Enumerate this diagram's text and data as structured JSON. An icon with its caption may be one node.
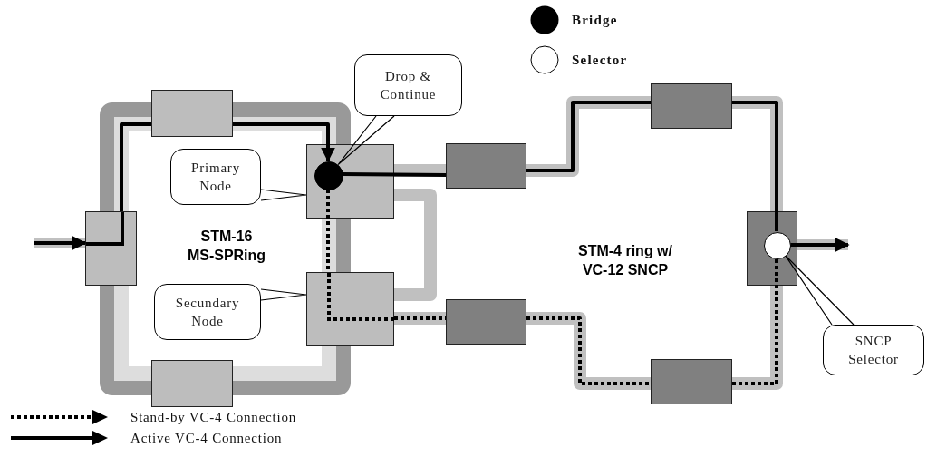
{
  "diagram": {
    "nodes": [
      {
        "text": [
          "Drop & Continue"
        ]
      },
      {
        "text": [],
        "shape": "box"
      },
      {
        "text": [
          "Primary Node"
        ]
      },
      {
        "text": [],
        "shape": "box"
      },
      {
        "text": [],
        "shape": "circle",
        "in": 3
      },
      {
        "text": [],
        "shape": "box"
      },
      {
        "text": [],
        "shape": "box"
      },
      {
        "text": [
          "Secundary Node"
        ]
      },
      {
        "text": [],
        "shape": "box"
      },
      {
        "text": [],
        "shape": "box"
      },
      {
        "text": [],
        "shape": "box"
      },
      {
        "text": [],
        "shape": "circle",
        "in": 10
      },
      {
        "text": [],
        "shape": "box"
      },
      {
        "text": [],
        "shape": "box"
      },
      {
        "text": [],
        "shape": "box"
      },
      {
        "text": [
          "SNCP Selector"
        ]
      }
    ],
    "edges": [
      {
        "from": null,
        "to": 6,
        "arrow": "to"
      },
      {
        "from": 6,
        "to": 1,
        "arrow": "none"
      },
      {
        "from": 1,
        "to": 4,
        "arrow": "to"
      },
      {
        "from": 4,
        "to": 5,
        "arrow": "none"
      },
      {
        "from": 5,
        "to": 9,
        "arrow": "none"
      },
      {
        "from": 9,
        "to": 11,
        "arrow": "none"
      },
      {
        "from": 11,
        "to": null,
        "arrow": "to"
      },
      {
        "from": 4,
        "to": 8,
        "arrow": "none",
        "style": "dashed"
      },
      {
        "from": 8,
        "to": 12,
        "arrow": "none",
        "style": "dashed"
      },
      {
        "from": 12,
        "to": 13,
        "arrow": "none",
        "style": "dashed"
      },
      {
        "from": 13,
        "to": 11,
        "arrow": "none",
        "style": "dashed"
      },
      {
        "from": 0,
        "to": 4,
        "arrow": "none"
      },
      {
        "from": 2,
        "to": 3,
        "arrow": "none"
      },
      {
        "from": 7,
        "to": 8,
        "arrow": "none"
      },
      {
        "from": 15,
        "to": 11,
        "arrow": "none"
      },
      {
        "from": 3,
        "to": 8,
        "arrow": "none",
        "style": "thick",
        "color": "#c0c0c0"
      },
      {
        "from": 3,
        "to": 5,
        "arrow": "none",
        "style": "thick",
        "color": "#c0c0c0"
      },
      {
        "from": 5,
        "to": 9,
        "arrow": "none",
        "style": "thick",
        "color": "#c0c0c0"
      },
      {
        "from": 9,
        "to": 10,
        "arrow": "none",
        "style": "thick",
        "color": "#c0c0c0"
      },
      {
        "from": 10,
        "to": 13,
        "arrow": "none",
        "style": "thick",
        "color": "#c0c0c0"
      },
      {
        "from": 13,
        "to": 12,
        "arrow": "none",
        "style": "thick",
        "color": "#c0c0c0"
      },
      {
        "from": 12,
        "to": 8,
        "arrow": "none",
        "style": "thick",
        "color": "#c0c0c0"
      }
    ],
    "labels": [
      "STM-16 MS-SPRing",
      "STM-4 ring w/ VC-12 SNCP"
    ],
    "legend": [
      {
        "text": "Bridge"
      },
      {
        "text": "Selector"
      },
      {
        "text": "Stand-by VC-4 Connection"
      },
      {
        "text": "Active VC-4 Connection"
      }
    ]
  }
}
